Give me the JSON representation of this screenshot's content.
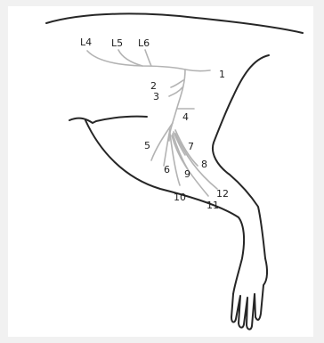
{
  "labels": {
    "L4": "L4",
    "L5": "L5",
    "L6": "L6",
    "n1": "1",
    "n2": "2",
    "n3": "3",
    "n4": "4",
    "n5": "5",
    "n6": "6",
    "n7": "7",
    "n8": "8",
    "n9": "9",
    "n10": "10",
    "n11": "11",
    "n12": "12"
  },
  "colors": {
    "background": "#f1f1f1",
    "panel": "#ffffff",
    "outline": "#262626",
    "nerves": "#b3b3b3",
    "text": "#1e1e1e"
  }
}
